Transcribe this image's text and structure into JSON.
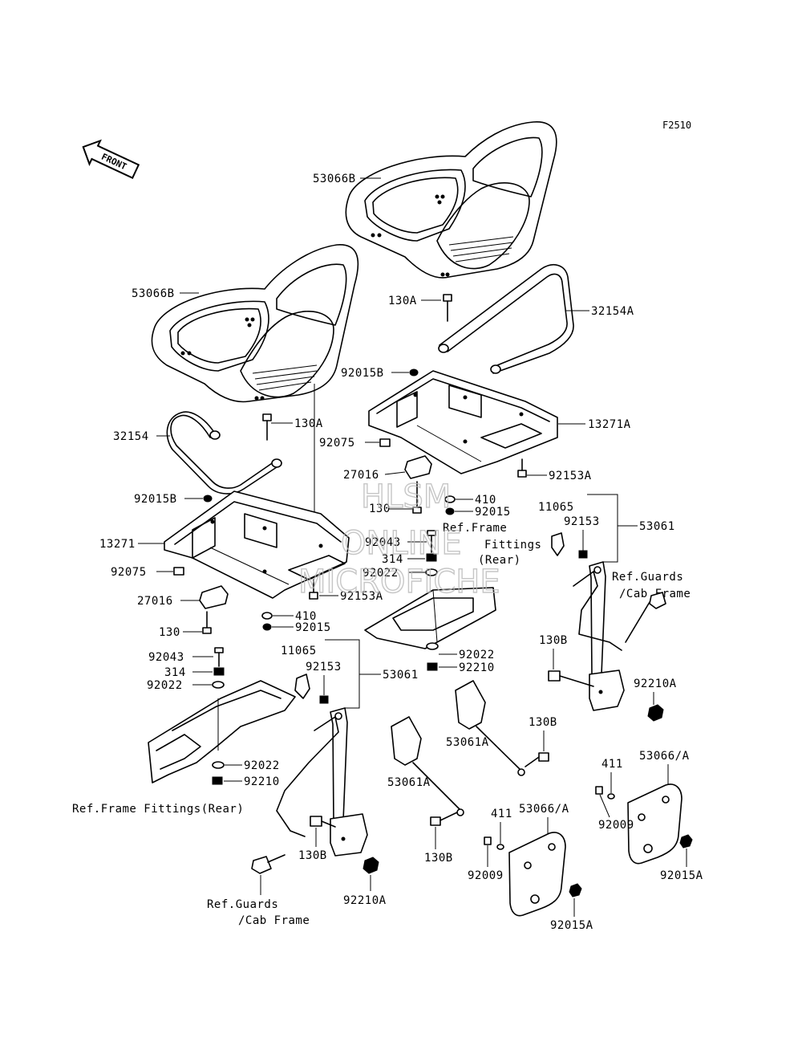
{
  "figure": {
    "code": "F2510",
    "direction_arrow": "FRONT"
  },
  "watermark": {
    "line1": "HLSM",
    "line2": "ONLINE",
    "line3": "MICROFICHE"
  },
  "parts": {
    "seat_right": "53066B",
    "seat_left": "53066B",
    "bolt_130A_right": "130A",
    "bolt_130A_left": "130A",
    "rail_right": "32154A",
    "rail_left": "32154",
    "nut_92015B_right": "92015B",
    "nut_92015B_left": "92015B",
    "base_right": "13271A",
    "base_left": "13271",
    "bracket_92075_right": "92075",
    "bracket_92075_left": "92075",
    "block_27016_right": "27016",
    "block_27016_left": "27016",
    "bolt_92153A_right": "92153A",
    "bolt_92153A_left": "92153A",
    "washer_410_right": "410",
    "washer_410_left": "410",
    "nut_92015_right": "92015",
    "nut_92015_left": "92015",
    "bolt_130_right": "130",
    "bolt_130_left": "130",
    "bolt_92043_right": "92043",
    "bolt_92043_left": "92043",
    "nut_314_right": "314",
    "nut_314_left": "314",
    "washer_92022_right_a": "92022",
    "washer_92022_right_b": "92022",
    "washer_92022_left_a": "92022",
    "washer_92022_left_b": "92022",
    "nut_92210_right": "92210",
    "nut_92210_left": "92210",
    "cover_11065_right": "11065",
    "cover_11065_left": "11065",
    "bolt_92153_right": "92153",
    "bolt_92153_left": "92153",
    "belt_53061_right": "53061",
    "belt_53061_left": "53061",
    "buckle_53061A_a": "53061A",
    "buckle_53061A_b": "53061A",
    "bolt_130B_a": "130B",
    "bolt_130B_b": "130B",
    "bolt_130B_c": "130B",
    "bolt_130B_d": "130B",
    "nut_92210A_right": "92210A",
    "nut_92210A_left": "92210A",
    "plate_53066A_right": "53066/A",
    "plate_53066A_left": "53066/A",
    "washer_411_right": "411",
    "washer_411_left": "411",
    "bolt_92009_right": "92009",
    "bolt_92009_left": "92009",
    "nut_92015A_right": "92015A",
    "nut_92015A_left": "92015A"
  },
  "references": {
    "frame_fittings_rear_left": "Ref.Frame Fittings(Rear)",
    "frame_fittings_rear_right_1": "Ref.Frame",
    "frame_fittings_rear_right_2": "Fittings",
    "frame_fittings_rear_right_3": "(Rear)",
    "guards_cab_right_1": "Ref.Guards",
    "guards_cab_right_2": "/Cab Frame",
    "guards_cab_left_1": "Ref.Guards",
    "guards_cab_left_2": "/Cab Frame"
  }
}
